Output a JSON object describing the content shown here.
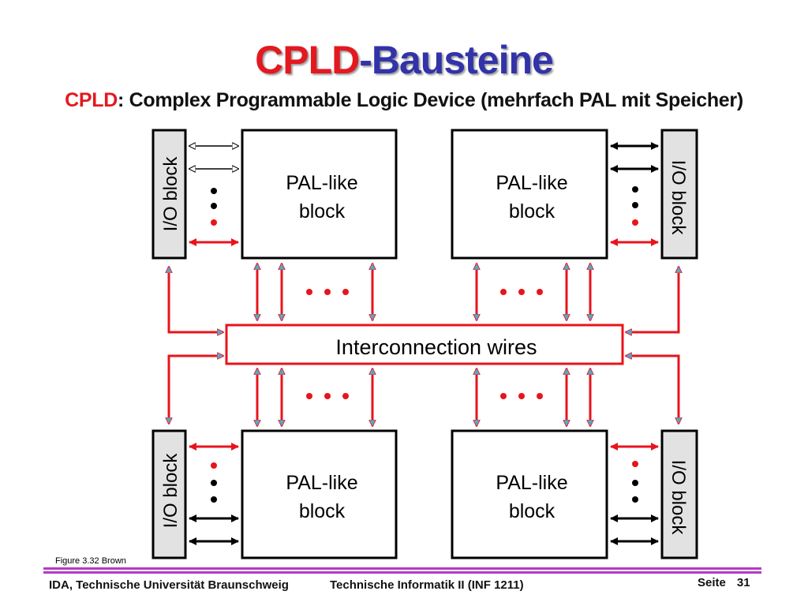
{
  "title": {
    "part1": "CPLD",
    "part2": "-Bausteine",
    "color1": "#e3191f",
    "color2": "#3233a8"
  },
  "subtitle": {
    "acronym": "CPLD",
    "rest": ": Complex Programmable Logic Device (mehrfach PAL mit Speicher)",
    "acronym_color": "#e3191f"
  },
  "diagram": {
    "pal_label_line1": "PAL-like",
    "pal_label_line2": "block",
    "io_label": "I/O block",
    "interconnect_label": "Interconnection wires",
    "ellipsis": "• • •",
    "colors": {
      "wire": "#e8141c",
      "arrow_head": "#5aa7c8",
      "io_fill": "#e2e2e2",
      "black": "#000000"
    }
  },
  "caption": "Figure 3.32 Brown",
  "footer": {
    "left": "IDA, Technische Universität Braunschweig",
    "center": "Technische Informatik II (INF 1211)",
    "page_label": "Seite",
    "page_number": "31",
    "rule_color": "#b23cc2"
  }
}
